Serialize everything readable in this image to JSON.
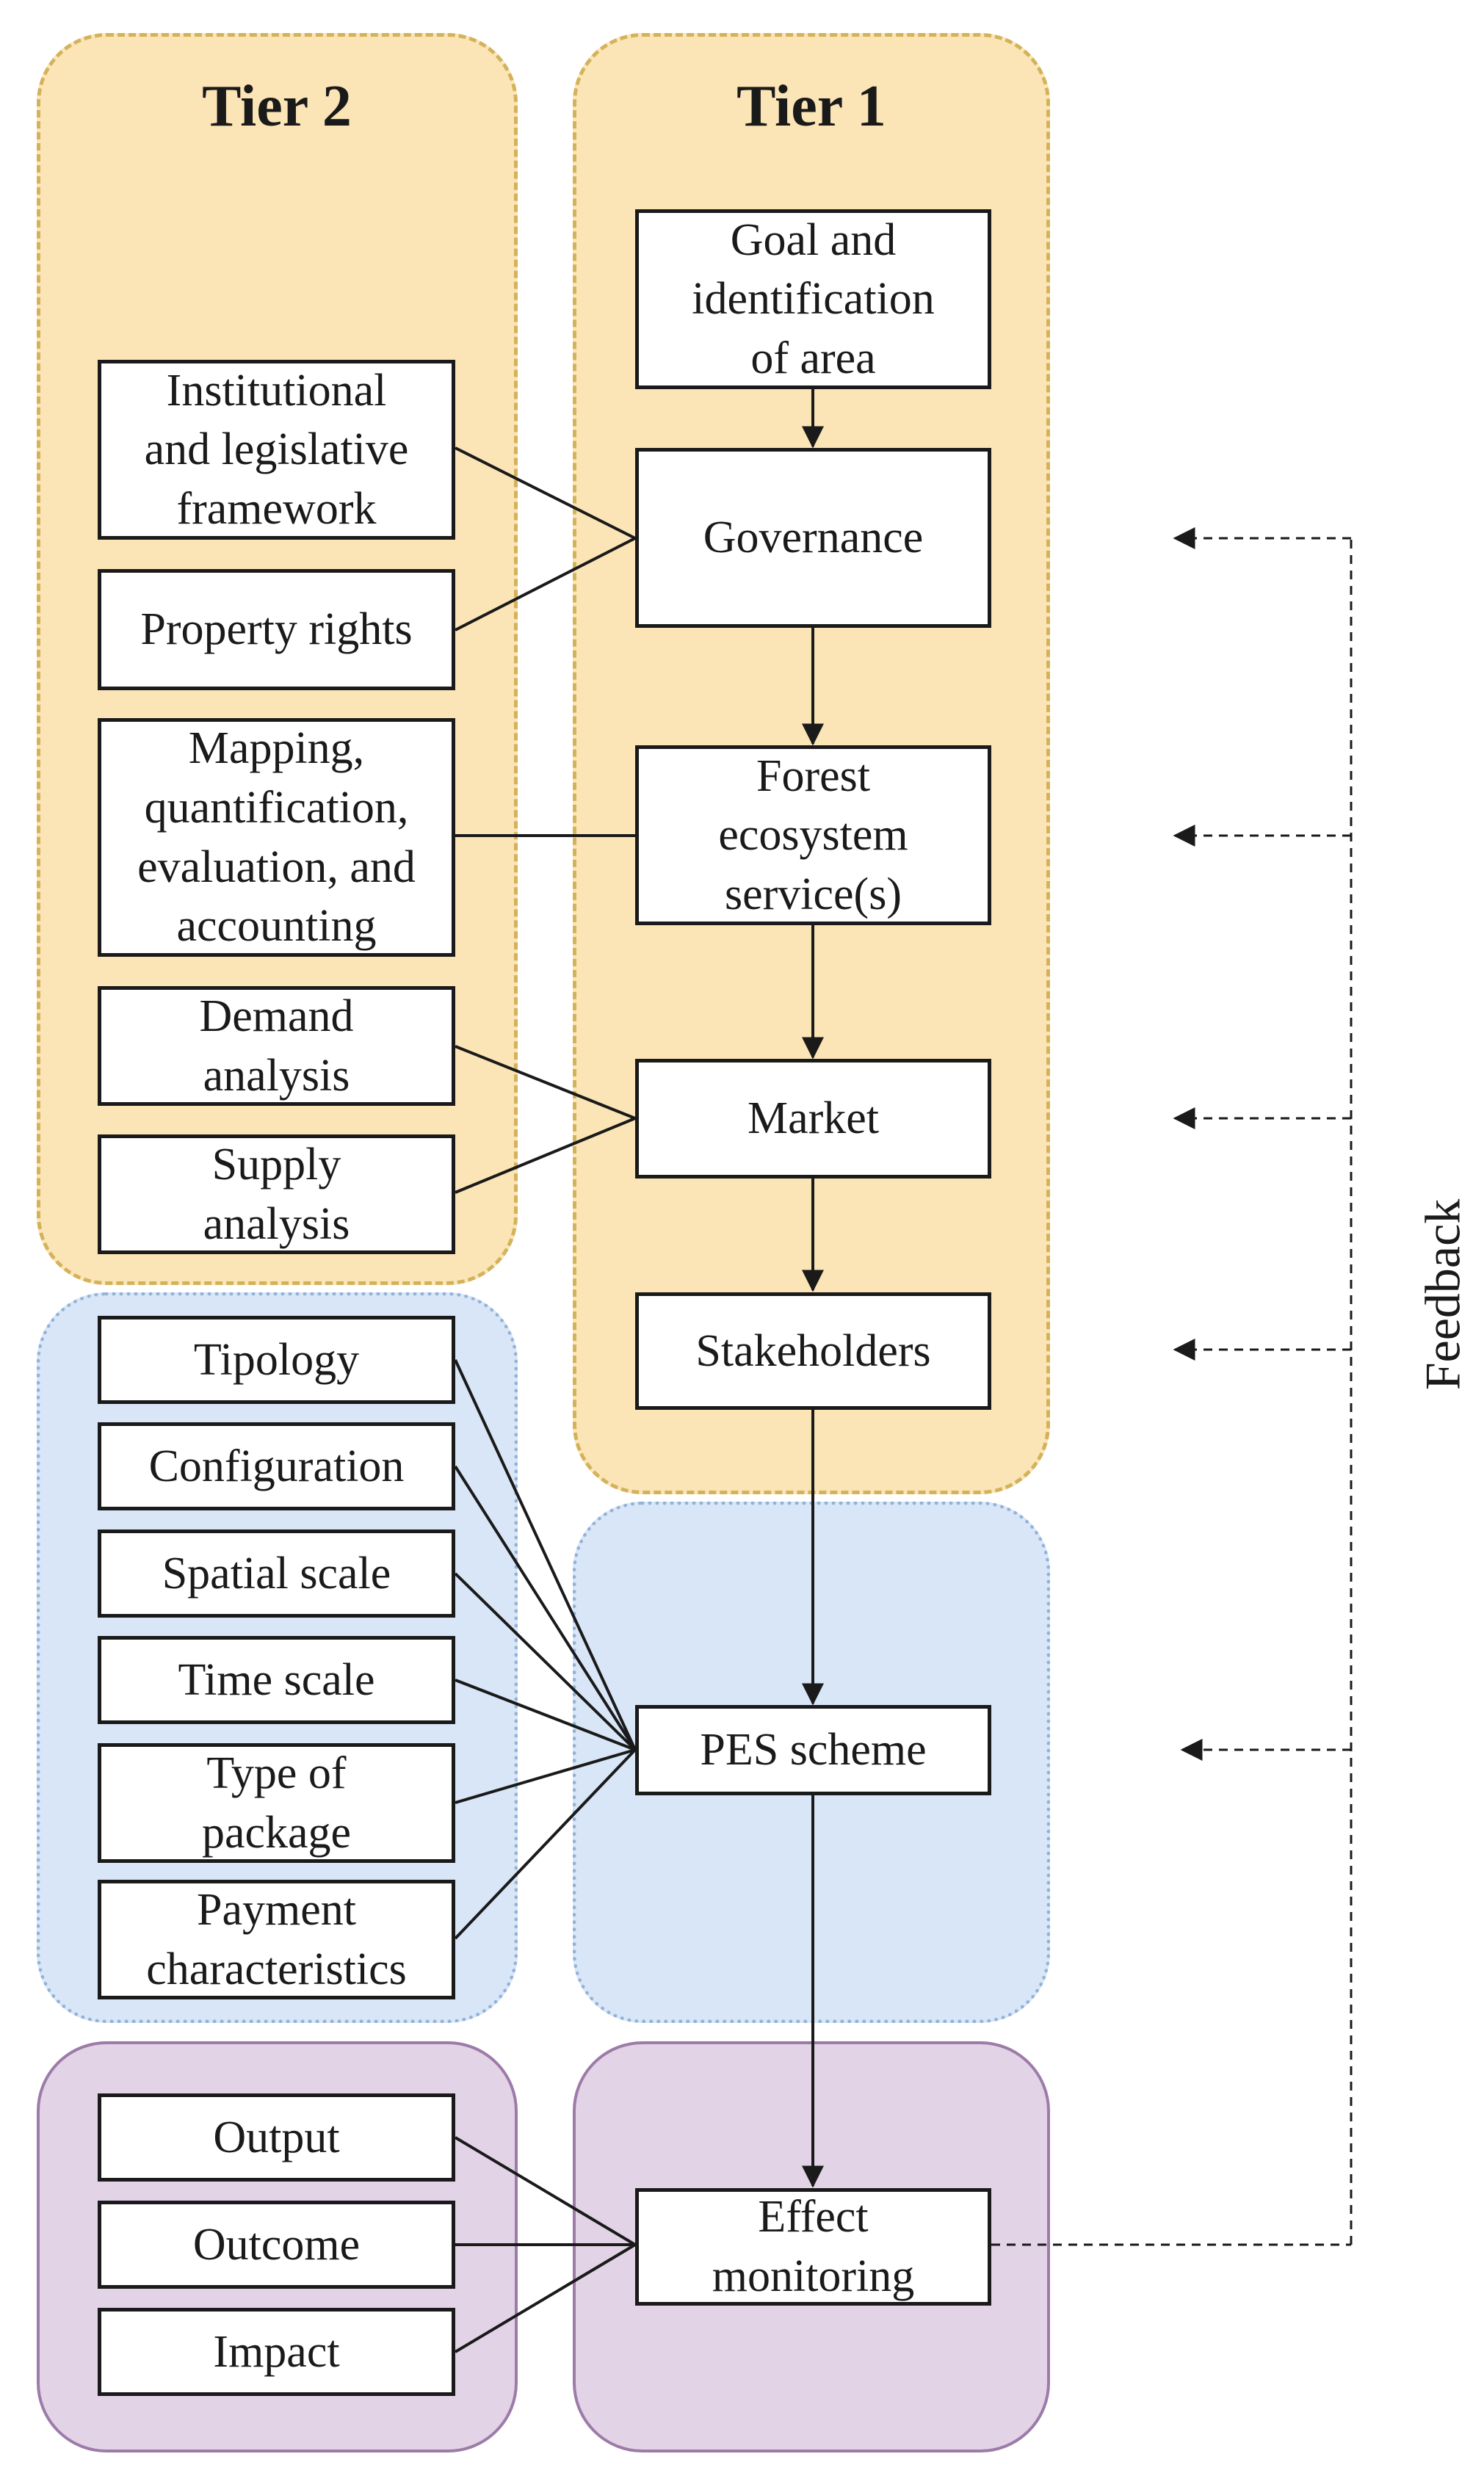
{
  "tiers": {
    "tier2": "Tier 2",
    "tier1": "Tier 1"
  },
  "tier1_boxes": {
    "goal": "Goal and\nidentification\nof area",
    "governance": "Governance",
    "forest": "Forest\necosystem\nservice(s)",
    "market": "Market",
    "stakeholders": "Stakeholders",
    "pes": "PES scheme",
    "effect": "Effect\nmonitoring"
  },
  "tier2_boxes": {
    "institutional": "Institutional\nand legislative\nframework",
    "property": "Property rights",
    "mapping": "Mapping,\nquantification,\nevaluation, and\naccounting",
    "demand": "Demand\nanalysis",
    "supply": "Supply\nanalysis",
    "tipology": "Tipology",
    "configuration": "Configuration",
    "spatial": "Spatial scale",
    "time": "Time scale",
    "package": "Type of\npackage",
    "payment": "Payment\ncharacteristics",
    "output": "Output",
    "outcome": "Outcome",
    "impact": "Impact"
  },
  "feedback_label": "Feedback",
  "colors": {
    "yellow_region": "#fbe5b6",
    "blue_region": "#d8e6f7",
    "purple_region": "#e2d3e7",
    "line": "#1a1a1a"
  }
}
